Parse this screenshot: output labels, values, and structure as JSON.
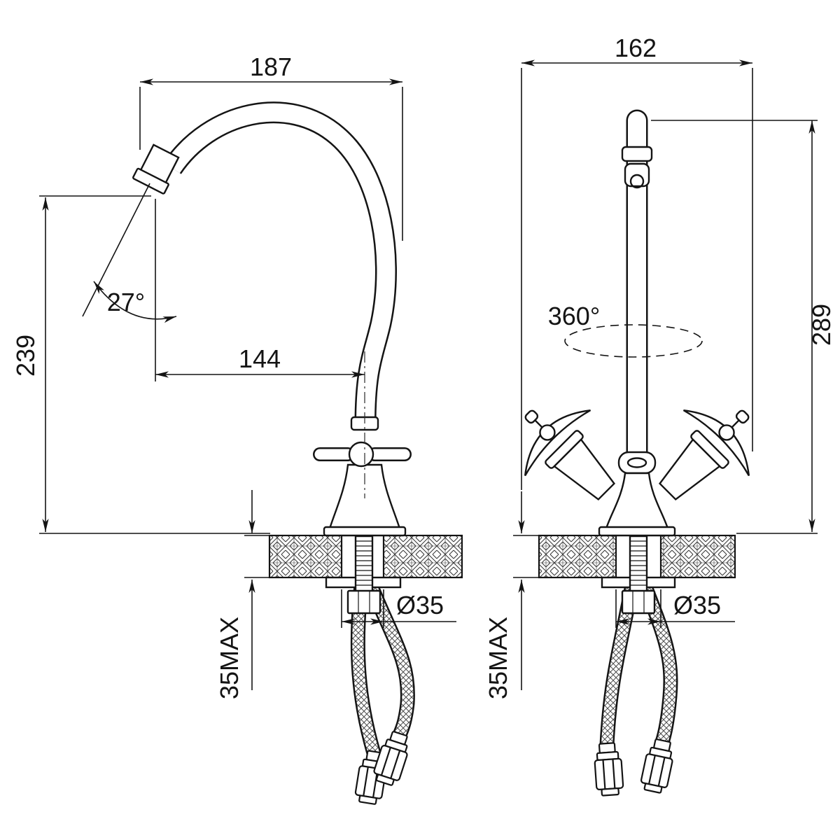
{
  "drawing": {
    "background": "#ffffff",
    "line_color": "#141414",
    "side_view": {
      "dim_top_width": "187",
      "dim_height": "239",
      "dim_spout_reach": "144",
      "dim_spout_angle": "27°",
      "dim_mount_thickness": "35MAX",
      "dim_hole_diameter": "Ø35"
    },
    "front_view": {
      "dim_top_width": "162",
      "dim_height": "289",
      "dim_rotation": "360°",
      "dim_mount_thickness": "35MAX",
      "dim_hole_diameter": "Ø35"
    }
  }
}
